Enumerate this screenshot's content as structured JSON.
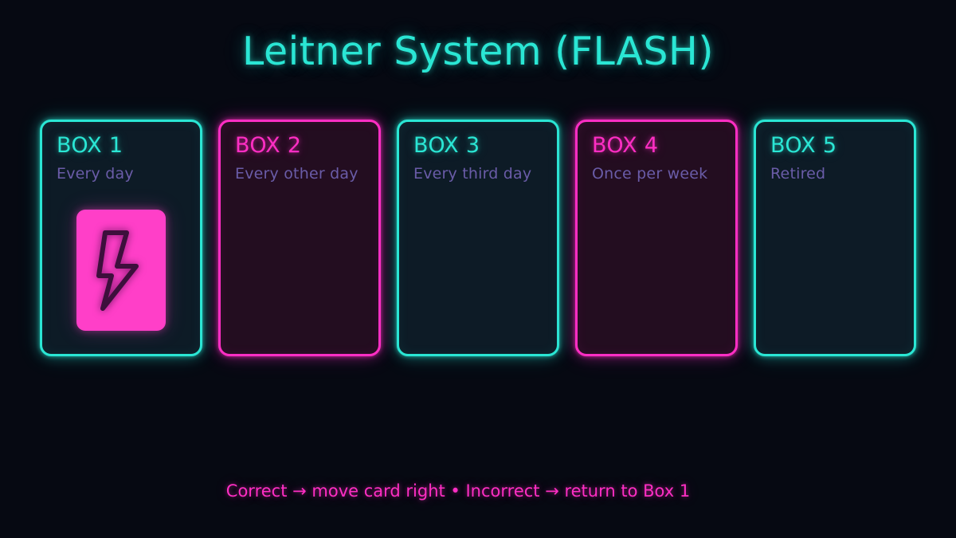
{
  "page": {
    "title": "Leitner System (FLASH)",
    "background_color": "#060912"
  },
  "colors": {
    "cyan": "#2ae6d4",
    "magenta": "#ff2ec4",
    "card_magenta": "#ff3fc8",
    "subtitle_purple": "#6a5ca8",
    "cyan_box_fill": "#0d1b26",
    "magenta_box_fill": "#230d20"
  },
  "boxes": [
    {
      "title": "BOX 1",
      "subtitle": "Every day",
      "accent": "cyan",
      "has_card": true,
      "card_icon": "lightning-bolt-icon"
    },
    {
      "title": "BOX 2",
      "subtitle": "Every other day",
      "accent": "magenta",
      "has_card": false,
      "card_icon": ""
    },
    {
      "title": "BOX 3",
      "subtitle": "Every third day",
      "accent": "cyan",
      "has_card": false,
      "card_icon": ""
    },
    {
      "title": "BOX 4",
      "subtitle": "Once per week",
      "accent": "magenta",
      "has_card": false,
      "card_icon": ""
    },
    {
      "title": "BOX 5",
      "subtitle": "Retired",
      "accent": "cyan",
      "has_card": false,
      "card_icon": ""
    }
  ],
  "footer": {
    "text": "Correct → move card right • Incorrect → return to Box 1"
  }
}
